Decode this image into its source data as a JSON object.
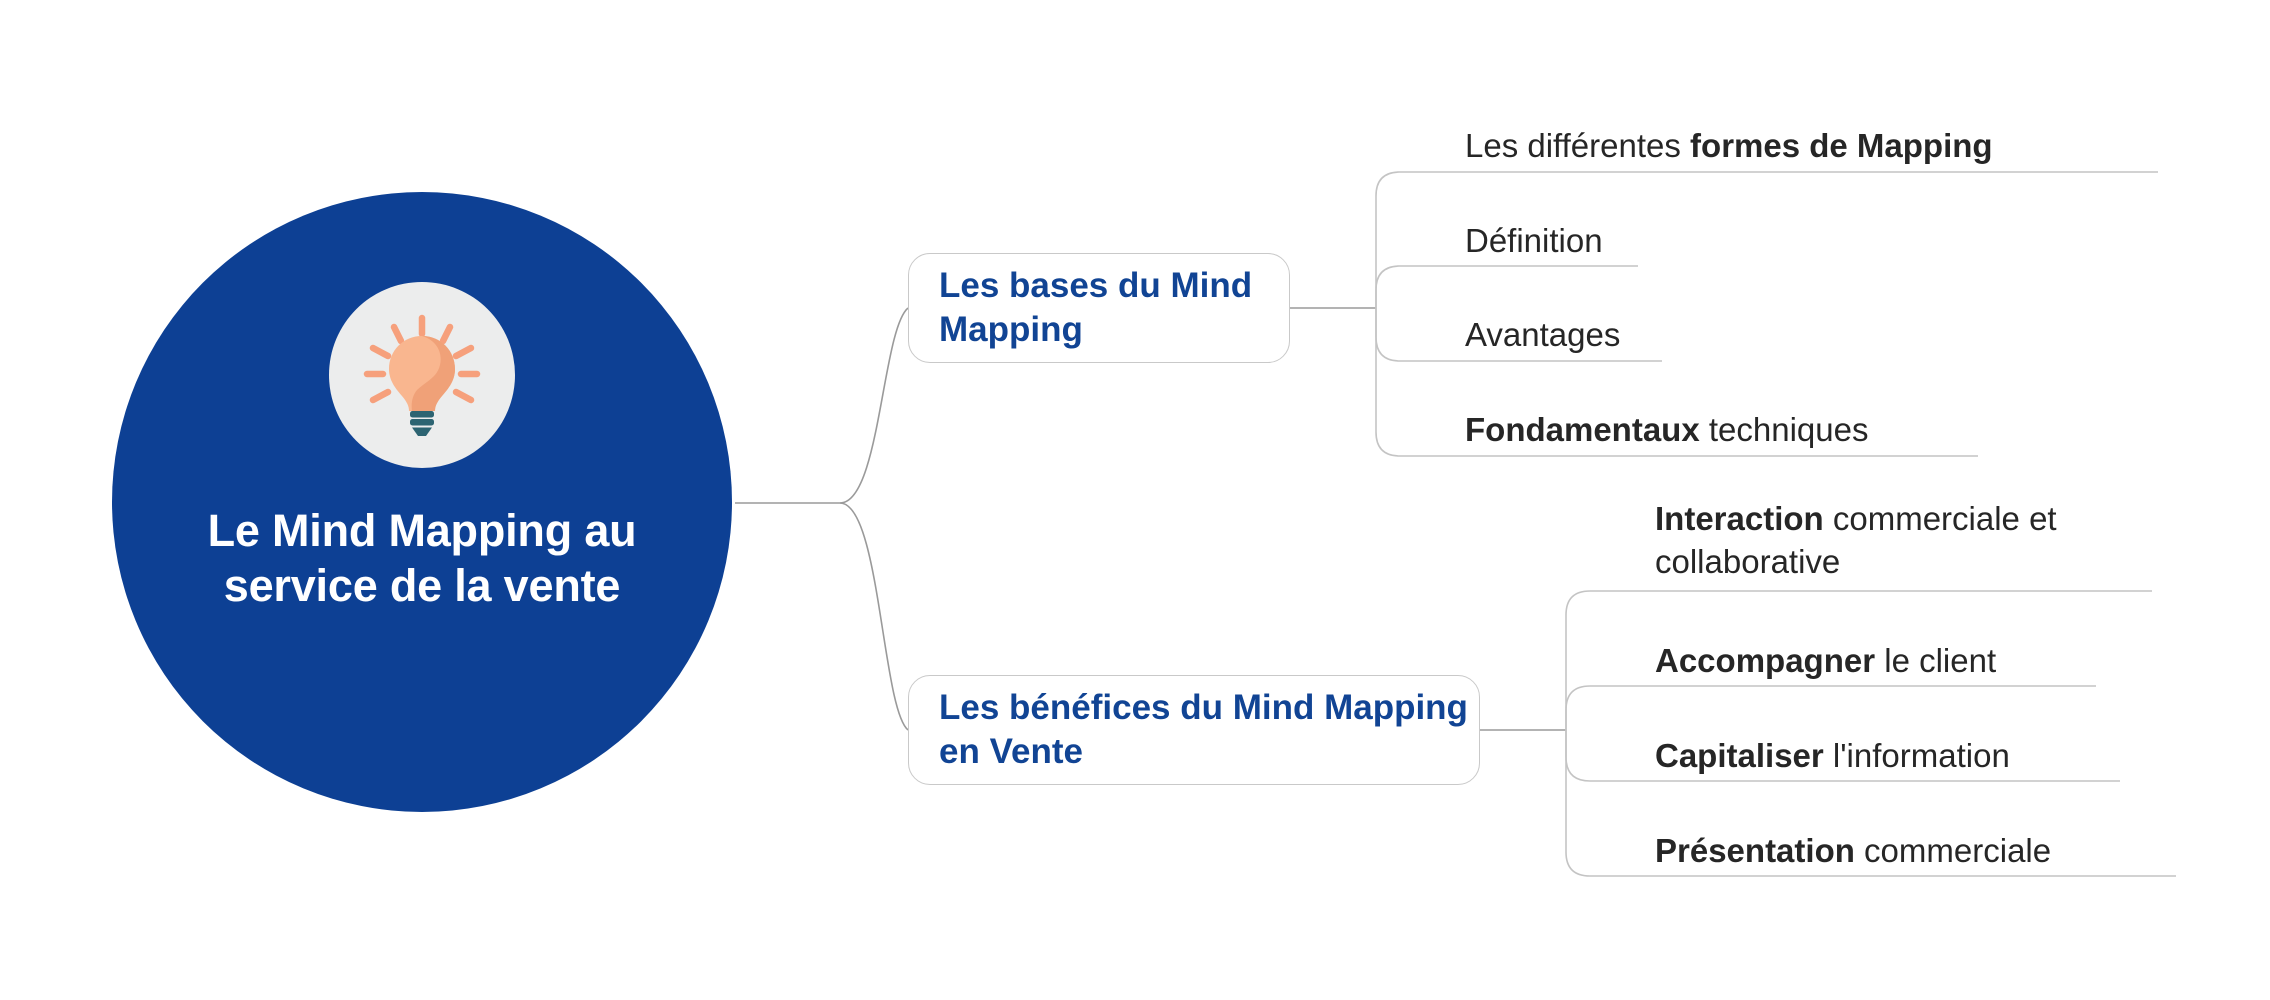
{
  "colors": {
    "root_fill": "#0d4094",
    "root_text": "#ffffff",
    "icon_disc": "#eceded",
    "branch_text": "#114494",
    "branch_border": "#c9c9c9",
    "leaf_text": "#262626",
    "connector": "#9a9a9a",
    "bulb_glass": "#f4a07a",
    "bulb_glass_light": "#f9b68f",
    "bulb_base": "#2d6472",
    "bulb_rays": "#f6a07c"
  },
  "root": {
    "title": "Le Mind Mapping au service de la vente",
    "icon": "lightbulb-icon"
  },
  "branches": [
    {
      "id": "branch-1",
      "label": "Les bases du Mind Mapping",
      "leaves": [
        {
          "id": "leaf-1-0",
          "plain": "Les différentes ",
          "bold": "formes de Mapping",
          "bold_first": false,
          "text": "Les différentes formes de Mapping"
        },
        {
          "id": "leaf-1-1",
          "plain": "Définition",
          "bold": "",
          "bold_first": false,
          "text": "Définition"
        },
        {
          "id": "leaf-1-2",
          "plain": "Avantages",
          "bold": "",
          "bold_first": false,
          "text": "Avantages"
        },
        {
          "id": "leaf-1-3",
          "plain": " techniques",
          "bold": "Fondamentaux",
          "bold_first": true,
          "text": "Fondamentaux techniques"
        }
      ]
    },
    {
      "id": "branch-2",
      "label": "Les bénéfices du Mind Mapping en Vente",
      "leaves": [
        {
          "id": "leaf-2-0",
          "plain": " commerciale et collaborative",
          "bold": "Interaction",
          "bold_first": true,
          "text": "Interaction commerciale et collaborative"
        },
        {
          "id": "leaf-2-1",
          "plain": " le client",
          "bold": "Accompagner",
          "bold_first": true,
          "text": "Accompagner le client"
        },
        {
          "id": "leaf-2-2",
          "plain": " l'information",
          "bold": "Capitaliser",
          "bold_first": true,
          "text": "Capitaliser l'information"
        },
        {
          "id": "leaf-2-3",
          "plain": " commerciale",
          "bold": "Présentation",
          "bold_first": true,
          "text": "Présentation commerciale"
        }
      ]
    }
  ]
}
